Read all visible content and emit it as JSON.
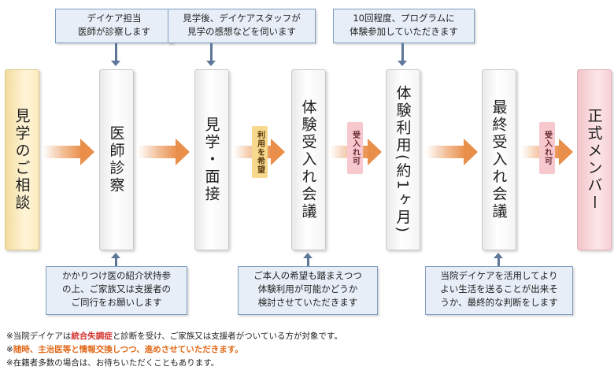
{
  "stages": [
    "見学のご相談",
    "医師診察",
    "見学・面接",
    "体験受入れ会議",
    "体験利用(約1ヶ月)",
    "最終受入れ会議",
    "正式メンバー"
  ],
  "top_notes": [
    {
      "lines": [
        "デイケア担当",
        "医師が診察します"
      ]
    },
    {
      "lines": [
        "見学後、デイケアスタッフが",
        "見学の感想などを伺います"
      ]
    },
    {
      "lines": [
        "10回程度、プログラムに",
        "体験参加していただきます"
      ]
    }
  ],
  "bottom_notes": [
    {
      "lines": [
        "かかりつけ医の紹介状持参",
        "の上、ご家族又は支援者の",
        "ご同行をお願いします"
      ]
    },
    {
      "lines": [
        "ご本人の希望も踏まえつつ",
        "体験利用が可能かどうか",
        "検討させていただきます"
      ]
    },
    {
      "lines": [
        "当院デイケアを活用してより",
        "よい生活を送ることが出来そ",
        "うか、最終的な判断をします"
      ]
    }
  ],
  "conditions": [
    "利用を希望",
    "受入れ可",
    "受入れ可"
  ],
  "footnotes": {
    "line1": {
      "prefix": "※当院デイケアは",
      "highlight": "統合失調症",
      "suffix": "と診断を受け、ご家族又は支援者がついている方が対象です。"
    },
    "line2": {
      "prefix": "※",
      "highlight": "随時、主治医等と情報交換しつつ、進めさせていただきます。"
    },
    "line3": "※在籍者多数の場合は、お待ちいただくこともあります。"
  },
  "colors": {
    "arrow": "#e98f4a",
    "connector": "#5e7799",
    "note_bg": "#e7eef7",
    "highlight_red": "#d2322d",
    "highlight_orange": "#e06a1a"
  }
}
